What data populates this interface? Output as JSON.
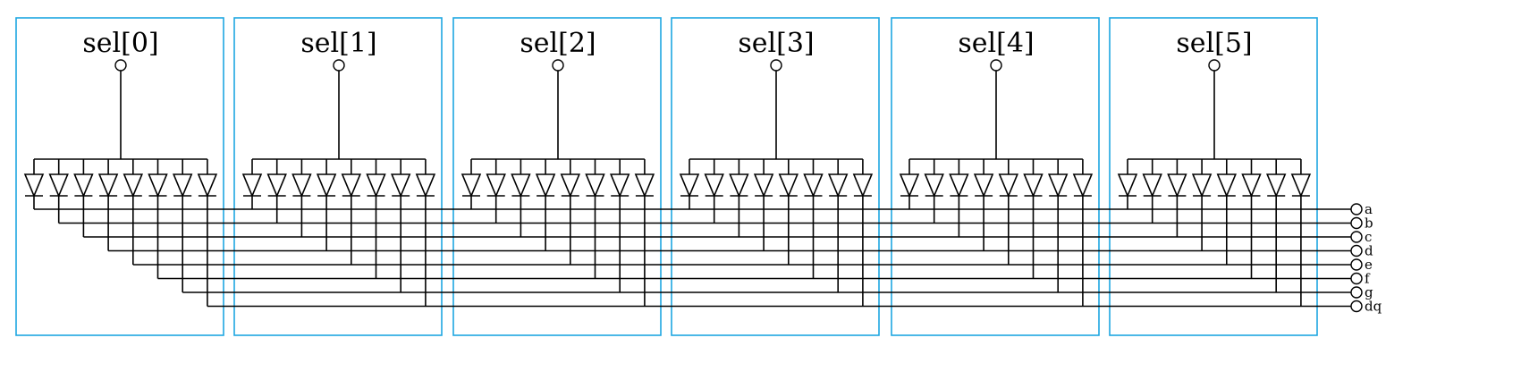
{
  "digits": [
    {
      "label": "sel[0]"
    },
    {
      "label": "sel[1]"
    },
    {
      "label": "sel[2]"
    },
    {
      "label": "sel[3]"
    },
    {
      "label": "sel[4]"
    },
    {
      "label": "sel[5]"
    }
  ],
  "segments": [
    "a",
    "b",
    "c",
    "d",
    "e",
    "f",
    "g",
    "dq"
  ],
  "colors": {
    "box_stroke": "#1ea7e1",
    "wire": "#000000"
  }
}
